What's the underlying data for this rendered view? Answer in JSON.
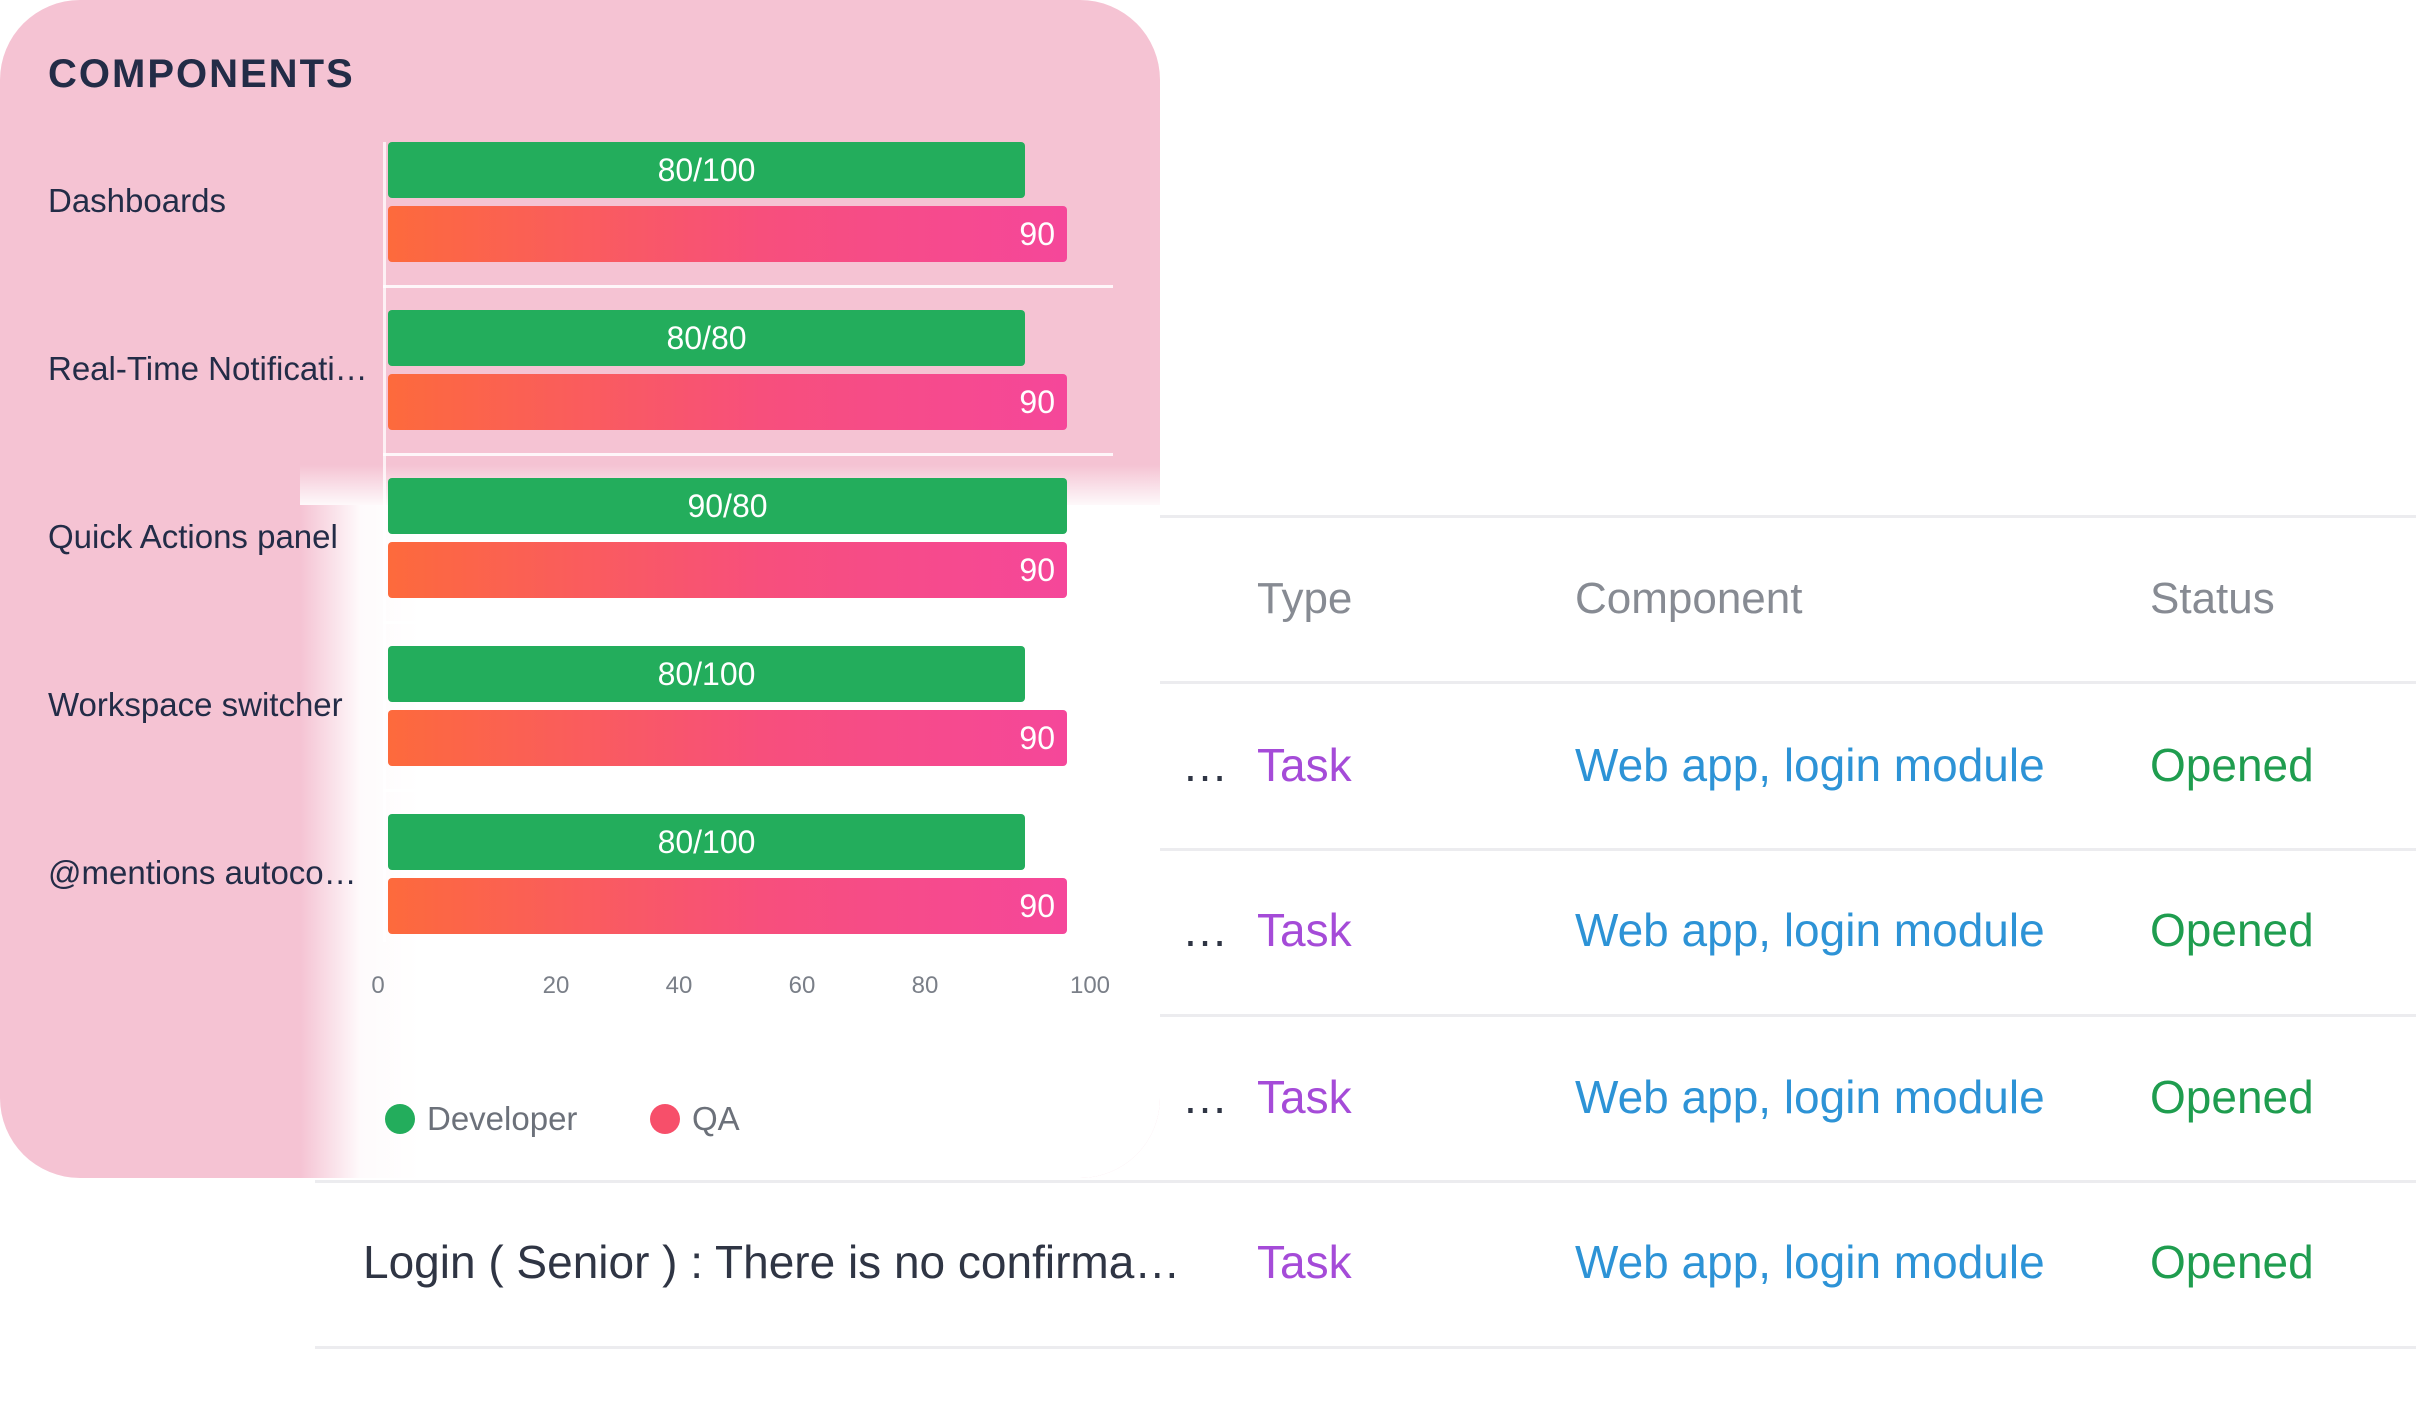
{
  "table": {
    "headers": {
      "type": "Type",
      "component": "Component",
      "status": "Status"
    },
    "rows": [
      {
        "issue": "…",
        "type": "Task",
        "component": "Web app, login module",
        "status": "Opened"
      },
      {
        "issue": "…",
        "type": "Task",
        "component": "Web app, login module",
        "status": "Opened"
      },
      {
        "issue": "…",
        "type": "Task",
        "component": "Web app, login module",
        "status": "Opened"
      },
      {
        "issue": "Login ( Senior ) : There is no confirmati…",
        "type": "Task",
        "component": "Web app, login module",
        "status": "Opened"
      }
    ]
  },
  "card": {
    "title": "COMPONENTS"
  },
  "chart_data": {
    "type": "bar",
    "orientation": "horizontal",
    "categories": [
      "Dashboards",
      "Real-Time Notificati…",
      "Quick Actions panel",
      "Workspace switcher",
      "@mentions autoco…"
    ],
    "series": [
      {
        "name": "Developer",
        "values": [
          91,
          91,
          97,
          91,
          91
        ],
        "labels": [
          "80/100",
          "80/80",
          "90/80",
          "80/100",
          "80/100"
        ],
        "color": "#23ad5c"
      },
      {
        "name": "QA",
        "values": [
          97,
          97,
          97,
          97,
          97
        ],
        "labels": [
          "90",
          "90",
          "90",
          "90",
          "90"
        ],
        "color": "#f5479a"
      }
    ],
    "x_ticks": [
      "0",
      "20",
      "40",
      "60",
      "80",
      "100"
    ],
    "xlim": [
      0,
      100
    ],
    "legend_position": "bottom-left",
    "grid": false
  }
}
